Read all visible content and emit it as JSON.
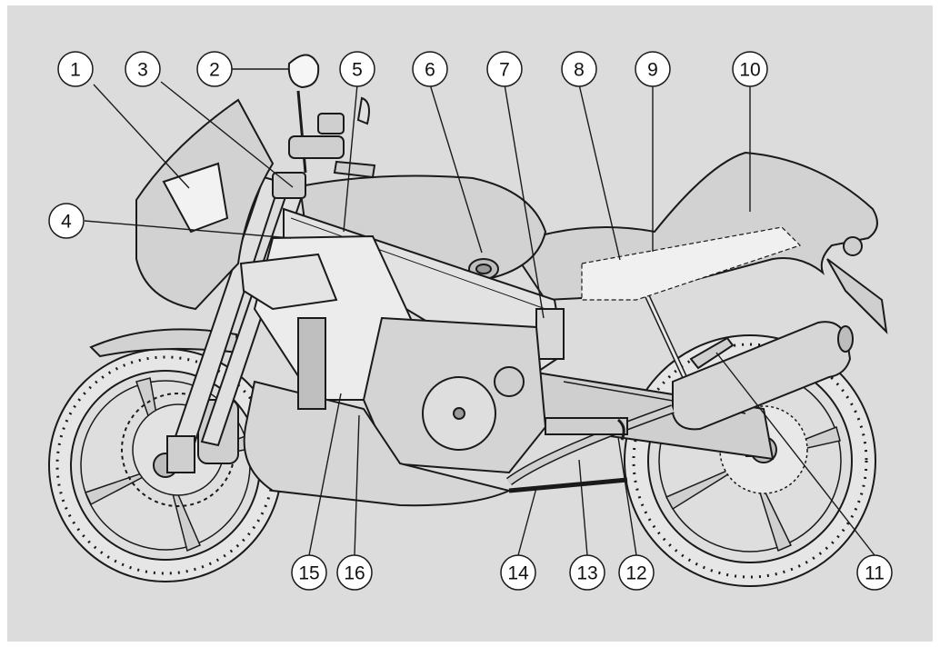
{
  "diagram": {
    "colors": {
      "background": "#dcdcdc",
      "outline": "#1a1a1a",
      "body_fill": "#d2d2d2",
      "tire_fill": "#e6e6e6",
      "highlight_fill": "#f4f4f4",
      "callout_fill": "#ffffff"
    },
    "callouts": [
      {
        "label": "1"
      },
      {
        "label": "2"
      },
      {
        "label": "3"
      },
      {
        "label": "4"
      },
      {
        "label": "5"
      },
      {
        "label": "6"
      },
      {
        "label": "7"
      },
      {
        "label": "8"
      },
      {
        "label": "9"
      },
      {
        "label": "10"
      },
      {
        "label": "11"
      },
      {
        "label": "12"
      },
      {
        "label": "13"
      },
      {
        "label": "14"
      },
      {
        "label": "15"
      },
      {
        "label": "16"
      }
    ]
  }
}
